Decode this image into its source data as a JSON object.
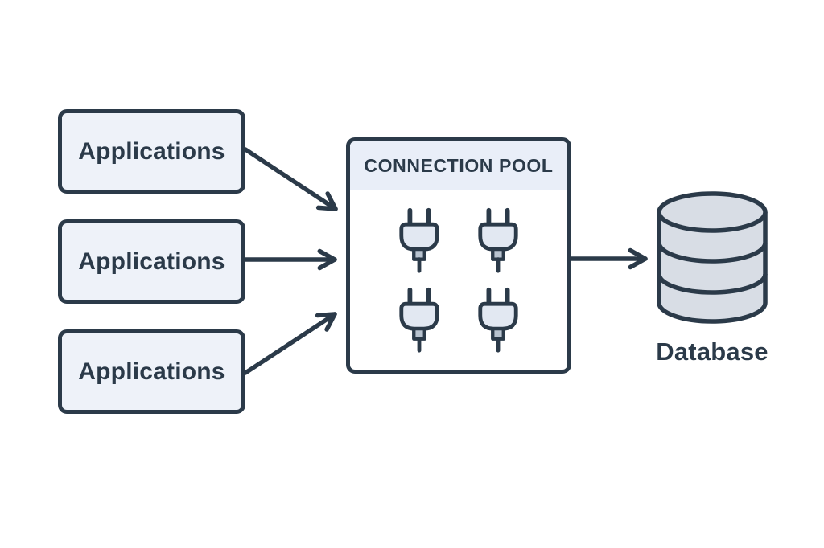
{
  "diagram_title": "Connection pooling diagram",
  "colors": {
    "navy": "#2b3a49",
    "app-fill": "#eef2f9",
    "pool-header-fill": "#e9eef8",
    "pool-body-fill": "#ffffff",
    "plug-body-fill": "#e2e8f2",
    "plug-neck-fill": "#b8c3cf",
    "db-fill": "#d8dde5",
    "canvas-bg": "#ffffff"
  },
  "nodes": {
    "applications": [
      {
        "label": "Applications"
      },
      {
        "label": "Applications"
      },
      {
        "label": "Applications"
      }
    ],
    "pool": {
      "title": "CONNECTION POOL",
      "plug_count": 4,
      "plug_icon": "power-plug-icon"
    },
    "database": {
      "label": "Database",
      "icon": "database-cylinder-icon"
    }
  },
  "edges": [
    {
      "from": "application-node-1",
      "to": "connection-pool-node",
      "style": "arrow"
    },
    {
      "from": "application-node-2",
      "to": "connection-pool-node",
      "style": "arrow"
    },
    {
      "from": "application-node-3",
      "to": "connection-pool-node",
      "style": "arrow"
    },
    {
      "from": "connection-pool-node",
      "to": "database-node",
      "style": "arrow"
    }
  ]
}
